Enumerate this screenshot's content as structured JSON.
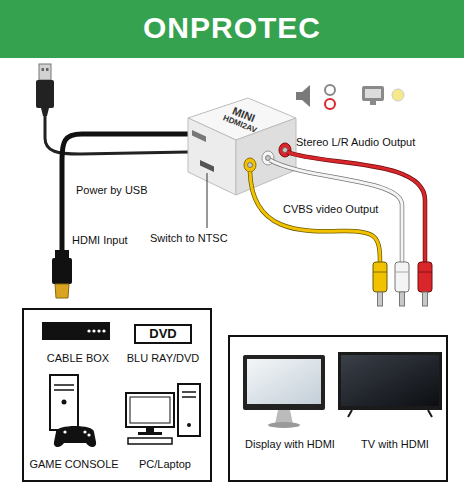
{
  "diagram": {
    "title": "ONPROTEC",
    "nodes": [
      {
        "text": [
          "MINI",
          "HDMI2AV"
        ]
      },
      {
        "text": [
          "CABLE BOX",
          "BLU RAY/DVD",
          "GAME CONSOLE",
          "PC/Laptop"
        ]
      },
      {
        "text": [
          "DVD"
        ],
        "in": 1
      },
      {
        "text": [
          "Display with HDMI",
          "TV with HDMI"
        ]
      }
    ],
    "labels": [
      "Power by USB",
      "HDMI Input",
      "Switch to NTSC",
      "Stereo L/R Audio Output",
      "CVBS video Output"
    ]
  }
}
